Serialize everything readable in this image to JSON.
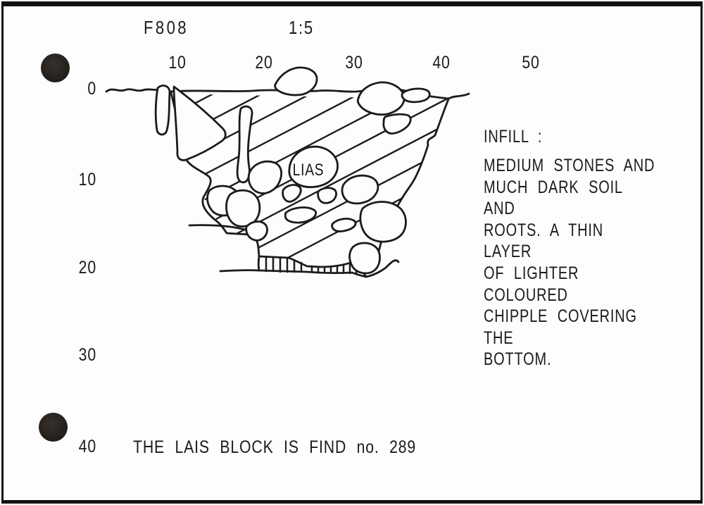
{
  "header": {
    "feature_id": "F808",
    "scale": "1:5"
  },
  "ruler": {
    "top_ticks": [
      "10",
      "20",
      "30",
      "40",
      "50"
    ],
    "left_ticks": [
      "0",
      "10",
      "20",
      "30",
      "40"
    ]
  },
  "drawing": {
    "stone_label": "LIAS"
  },
  "infill": {
    "heading": "INFILL :",
    "lines": [
      "MEDIUM STONES AND",
      "MUCH DARK SOIL AND",
      "ROOTS. A THIN LAYER",
      "OF LIGHTER COLOURED",
      "CHIPPLE COVERING THE",
      "BOTTOM."
    ]
  },
  "footer_note": "THE LAIS BLOCK IS FIND no. 289",
  "colors": {
    "ink": "#1b1b1b",
    "paper": "#fdfdfd",
    "frame": "#131313",
    "punch_hole": "#241f1b"
  }
}
